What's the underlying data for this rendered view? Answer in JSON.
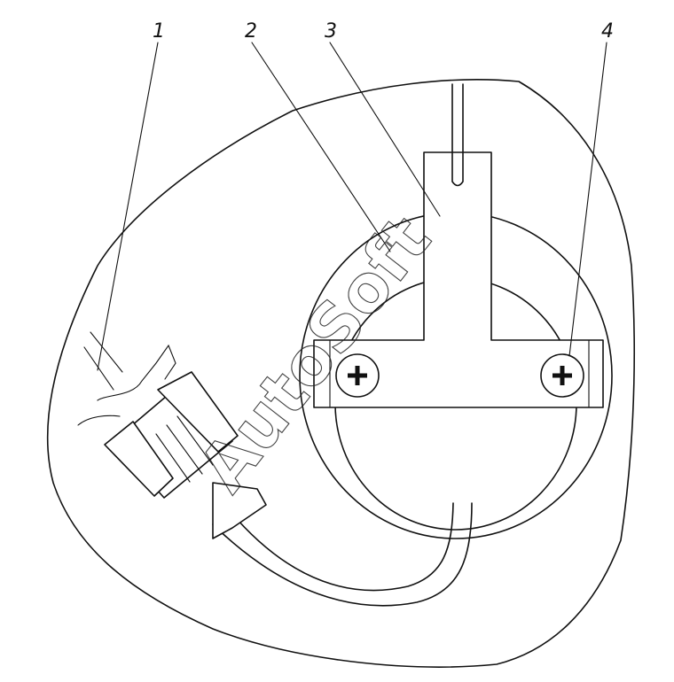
{
  "callouts": [
    {
      "id": "1",
      "label": "1"
    },
    {
      "id": "2",
      "label": "2"
    },
    {
      "id": "3",
      "label": "3"
    },
    {
      "id": "4",
      "label": "4"
    }
  ],
  "watermark": "AutoSoft",
  "colors": {
    "ink": "#111111",
    "background": "#ffffff"
  }
}
